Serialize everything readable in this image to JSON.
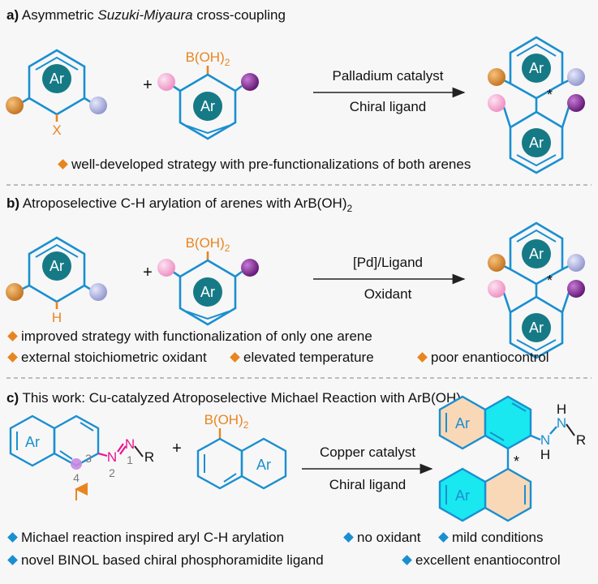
{
  "colors": {
    "ring_blue": "#1a8fd0",
    "disc_teal": "#167a86",
    "orange": "#e8851f",
    "pink": "#f4a6cf",
    "purple": "#7b2a8a",
    "lavender": "#a8acd8",
    "bronze": "#c2701f",
    "cyan_fill": "#19e8f0",
    "peach_fill": "#f9d8b8",
    "magenta": "#e6168e",
    "divider": "#999999"
  },
  "panel_a": {
    "prefix": "a)",
    "title_plain": " Asymmetric ",
    "title_italic": "Suzuki-Miyaura",
    "title_suffix": " cross-coupling",
    "ring_label": "Ar",
    "leaving_group": "X",
    "boronic_acid": "B(OH)",
    "boronic_sub": "2",
    "plus": "+",
    "arrow_top": "Palladium catalyst",
    "arrow_bottom": "Chiral ligand",
    "stereo_mark": "*",
    "bullet_icon": "diamond-orange",
    "bullet": "well-developed strategy with pre-functionalizations of both arenes"
  },
  "panel_b": {
    "prefix": "b)",
    "title": " Atroposelective C-H arylation of arenes with ArB(OH)",
    "title_sub": "2",
    "ring_label": "Ar",
    "h_label": "H",
    "boronic_acid": "B(OH)",
    "boronic_sub": "2",
    "plus": "+",
    "arrow_top": "[Pd]/Ligand",
    "arrow_bottom": "Oxidant",
    "stereo_mark": "*",
    "bullets": [
      "improved strategy with functionalization of only one arene",
      "external stoichiometric oxidant",
      "elevated temperature",
      "poor enantiocontrol"
    ]
  },
  "panel_c": {
    "prefix": "c)",
    "title": " This work: Cu-catalyzed Atroposelective Michael Reaction with ArB(OH)",
    "title_sub": "2",
    "ring_label": "Ar",
    "azo_n": "N",
    "azo_r": "R",
    "pos_4": "4",
    "pos_3": "3",
    "pos_2": "2",
    "pos_1": "1",
    "boronic_acid": "B(OH)",
    "boronic_sub": "2",
    "plus": "+",
    "arrow_top": "Copper catalyst",
    "arrow_bottom": "Chiral ligand",
    "stereo_mark": "*",
    "product_h": "H",
    "product_n": "N",
    "product_r": "R",
    "bullets": [
      "Michael reaction inspired aryl C-H arylation",
      "no oxidant",
      "mild conditions",
      "novel BINOL based chiral phosphoramidite ligand",
      "excellent enantiocontrol"
    ]
  }
}
